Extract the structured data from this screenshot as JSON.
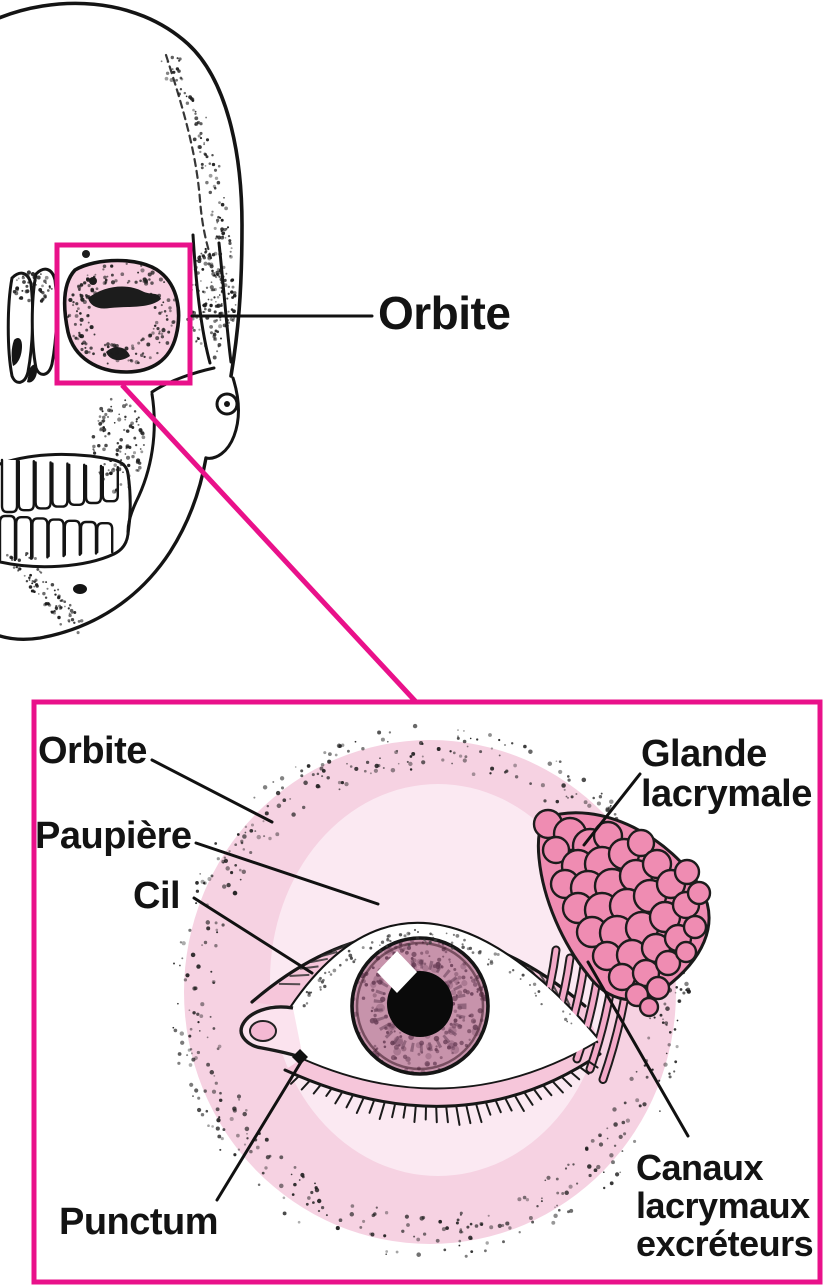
{
  "figure": {
    "type": "anatomical-diagram",
    "language": "fr",
    "skull_view": {
      "orbit_label": "Orbite"
    },
    "eye_view": {
      "orbit_label": "Orbite",
      "eyelid_label": "Paupière",
      "eyelash_label": "Cil",
      "punctum_label": "Punctum",
      "lacrimal_gland_label": "Glande lacrymale",
      "excretory_ducts_label": "Canaux lacrymaux excréteurs"
    }
  },
  "colors": {
    "frame_magenta": "#e9118a",
    "orbit_pink": "#f8cfe1",
    "panel_oval_pink": "#f6d2e2",
    "panel_inner_pink": "#fbe9f2",
    "eyelid_pink": "#f6c6da",
    "gland_pink": "#ef8cb2",
    "duct_pink": "#f3a9c8",
    "iris_mauve": "#c793ab",
    "ink": "#141414"
  }
}
